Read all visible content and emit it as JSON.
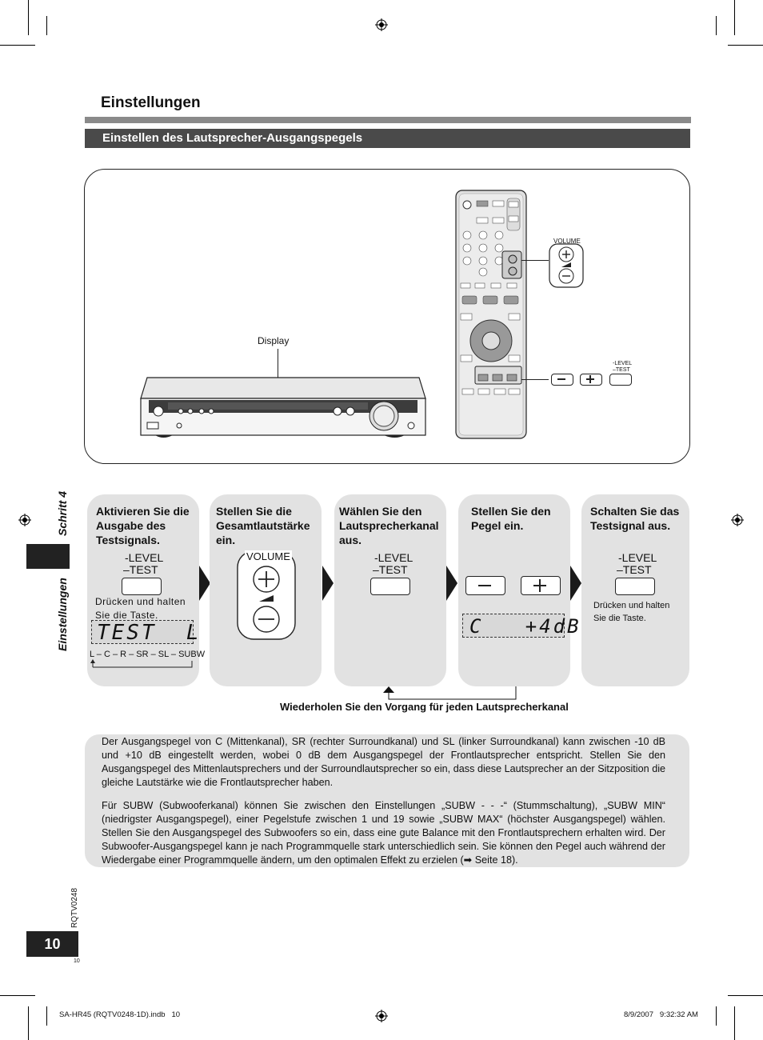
{
  "page": {
    "section_title": "Einstellungen",
    "subsection_title": "Einstellen des Lautsprecher-Ausgangspegels",
    "side_step": "Schritt 4",
    "side_label": "Einstellungen",
    "page_number": "10",
    "small_page_number": "10",
    "doc_code": "RQTV0248",
    "footer_left": "SA-HR45 (RQTV0248-1D).indb   10",
    "footer_right": "8/9/2007   9:32:32 AM"
  },
  "diagram": {
    "display_label": "Display",
    "volume_label": "VOLUME",
    "level_test_label": "-LEVEL\n–TEST"
  },
  "steps": [
    {
      "heading": "Aktivieren Sie die Ausgabe des Testsignals.",
      "button_label_1": "-LEVEL",
      "button_label_2": "–TEST",
      "note": "Drücken und halten Sie die Taste.",
      "lcd": "TEST  L",
      "sequence": "L – C – R – SR – SL – SUBW"
    },
    {
      "heading": "Stellen Sie die Gesamtlautstärke ein.",
      "button_label_1": "VOLUME"
    },
    {
      "heading": "Wählen Sie den Lautsprecherkanal aus.",
      "button_label_1": "-LEVEL",
      "button_label_2": "–TEST"
    },
    {
      "heading": "Stellen Sie den Pegel ein.",
      "lcd": "C   +4dB"
    },
    {
      "heading": "Schalten Sie das Testsignal aus.",
      "button_label_1": "-LEVEL",
      "button_label_2": "–TEST",
      "note": "Drücken und halten Sie die Taste."
    }
  ],
  "repeat_note": "Wiederholen Sie den Vorgang für jeden Lautsprecherkanal",
  "info": {
    "para1": "Der Ausgangspegel von C (Mittenkanal), SR (rechter Surroundkanal) und SL (linker Surroundkanal) kann zwischen -10 dB und +10 dB eingestellt werden, wobei 0 dB dem Ausgangspegel der Frontlautsprecher entspricht. Stellen Sie den Ausgangspegel des Mittenlautsprechers und der Surroundlautsprecher so ein, dass diese Lautsprecher an der Sitzposition die gleiche Lautstärke wie die Frontlautsprecher haben.",
    "para2": "Für SUBW (Subwooferkanal) können Sie zwischen den Einstellungen „SUBW - - -“ (Stummschaltung), „SUBW MIN“ (niedrigster Ausgangspegel), einer Pegelstufe zwischen 1 und 19 sowie „SUBW MAX“ (höchster Ausgangspegel) wählen. Stellen Sie den Ausgangspegel des Subwoofers so ein, dass eine gute Balance mit den Frontlautsprechern erhalten wird. Der Subwoofer-Ausgangspegel kann je nach Programmquelle stark unterschiedlich sein. Sie können den Pegel auch während der Wiedergabe einer Programmquelle ändern, um den optimalen Effekt zu erzielen (➡ Seite 18)."
  }
}
